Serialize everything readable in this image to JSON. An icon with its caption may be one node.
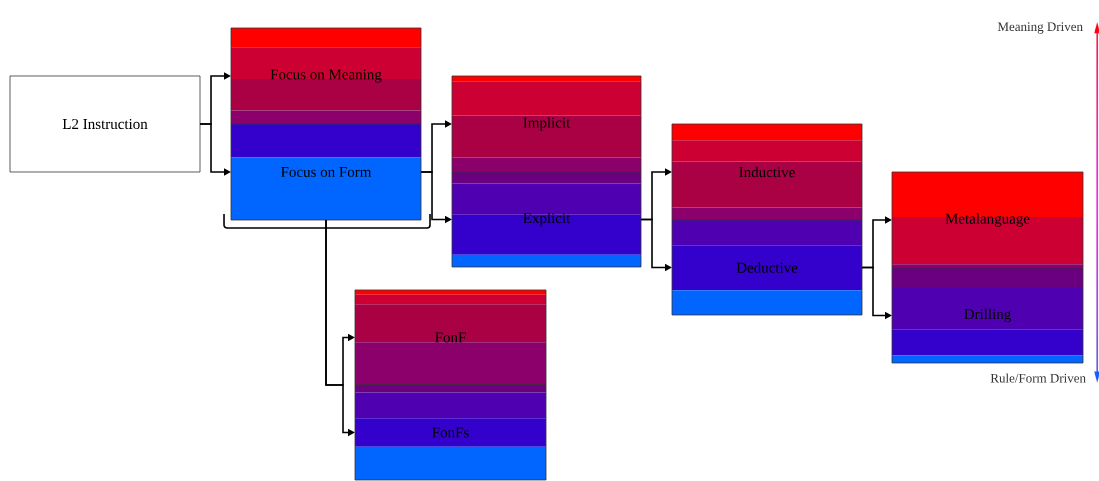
{
  "diagram": {
    "nodes": [
      {
        "text": [
          "L2 Instruction"
        ]
      },
      {
        "text": [
          "Focus on Meaning"
        ]
      },
      {
        "text": [
          "Focus on Form"
        ]
      },
      {
        "text": [
          "Implicit"
        ]
      },
      {
        "text": [
          "Explicit"
        ]
      },
      {
        "text": [
          "Inductive"
        ]
      },
      {
        "text": [
          "Deductive"
        ]
      },
      {
        "text": [
          "Metalanguage"
        ]
      },
      {
        "text": [
          "Drilling"
        ]
      },
      {
        "text": [
          "FonF"
        ]
      },
      {
        "text": [
          "FonFs"
        ]
      },
      {
        "text": [
          "Meaning Driven"
        ]
      },
      {
        "text": [
          "Rule/Form Driven"
        ]
      }
    ],
    "edges": [
      {
        "from": 0,
        "to": 1,
        "arrow": "to"
      },
      {
        "from": 0,
        "to": 2,
        "arrow": "to"
      },
      {
        "from": 2,
        "to": 3,
        "arrow": "to"
      },
      {
        "from": 2,
        "to": 4,
        "arrow": "to"
      },
      {
        "from": 4,
        "to": 5,
        "arrow": "to"
      },
      {
        "from": 4,
        "to": 6,
        "arrow": "to"
      },
      {
        "from": 6,
        "to": 7,
        "arrow": "to"
      },
      {
        "from": 6,
        "to": 8,
        "arrow": "to"
      },
      {
        "from": 2,
        "to": 9,
        "arrow": "to"
      },
      {
        "from": 2,
        "to": 10,
        "arrow": "to"
      },
      {
        "from": 11,
        "to": 12,
        "arrow": "both"
      }
    ]
  }
}
